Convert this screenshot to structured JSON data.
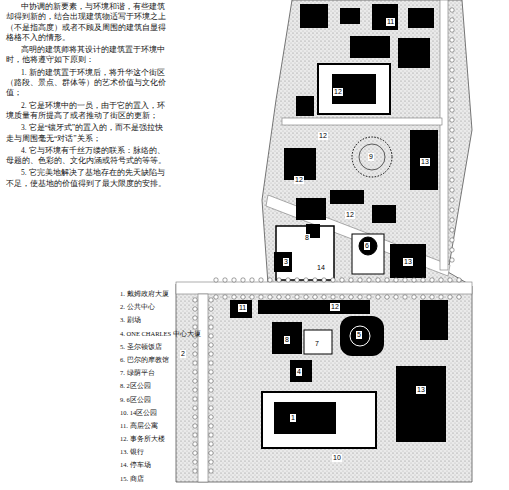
{
  "diagram": {
    "labels": [
      "中协调的新要素，与环境和谐，有些建筑却得到新的，结合出现建筑物适写于环境之上（不是指高度）或者不顾及周围的建筑自显得格格不入的情形。",
      "高明的建筑师将其设计的建筑置于环境中时，他将遵守如下原则：",
      "1. 新的建筑置于环境后，将升华这个街区（路段、景点、群体等）的艺术价值与文化价值；",
      "2. 它是环境中的一员，由于它的置入，环境质量有所提高了或者推动了街区的更新；",
      "3. 它是“镶牙式”的置入的，而不是强拉快走与周围毫无“对话”关系；",
      "4. 它与环境有千丝万缕的联系：脉络的、母题的、色彩的、文化内涵或符号式的等等。",
      "5. 它完美地解决了基地存在的先天缺陷与不足，使基地的价值得到了最大限度的安排。",
      "1. 戴姆政府大厦",
      "2. 公共中心",
      "3. 剧场",
      "4. ONE CHARLES 中心大厦",
      "5. 圣尔顿饭店",
      "6. 巴尔的摩教馆",
      "7. 绿荫平台",
      "8. 2区公园",
      "9. 6区公园",
      "10. 14区公园",
      "11. 高层公寓",
      "12. 事务所大楼",
      "13. 银行",
      "14. 停车场",
      "15. 商店",
      "11",
      "12",
      "12",
      "9",
      "12",
      "13",
      "12",
      "8",
      "3",
      "14",
      "6",
      "13",
      "12",
      "11",
      "5",
      "8",
      "7",
      "4",
      "13",
      "1",
      "10",
      "2"
    ]
  }
}
